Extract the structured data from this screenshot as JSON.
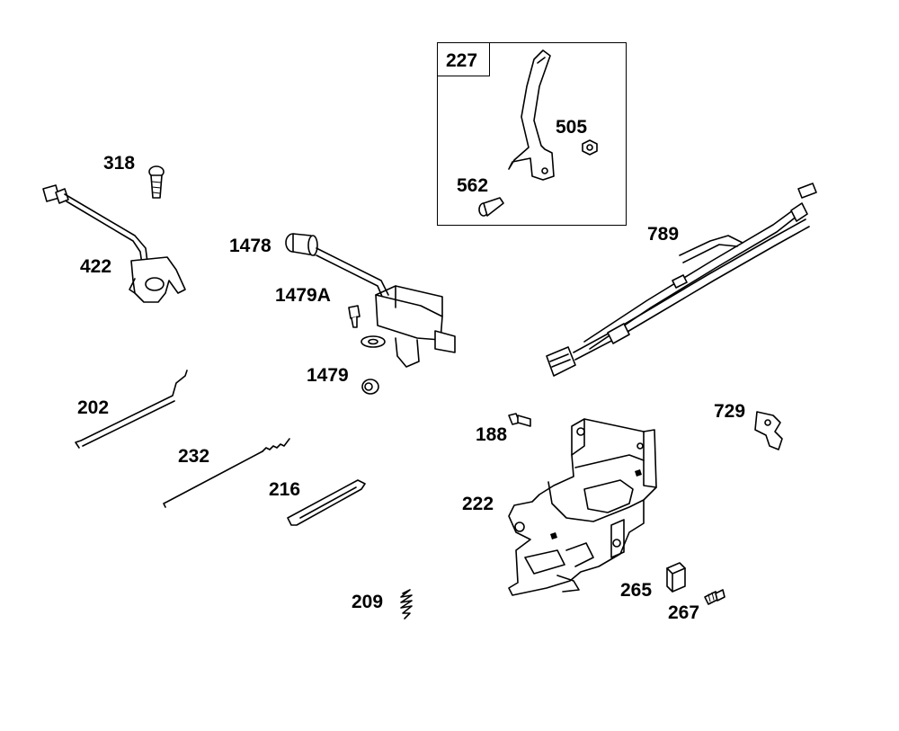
{
  "inset": {
    "title": "227"
  },
  "labels": {
    "p318": "318",
    "p422": "422",
    "p1478": "1478",
    "p1479A": "1479A",
    "p1479": "1479",
    "p202": "202",
    "p232": "232",
    "p216": "216",
    "p209": "209",
    "p505": "505",
    "p562": "562",
    "p789": "789",
    "p188": "188",
    "p729": "729",
    "p222": "222",
    "p265": "265",
    "p267": "267"
  }
}
